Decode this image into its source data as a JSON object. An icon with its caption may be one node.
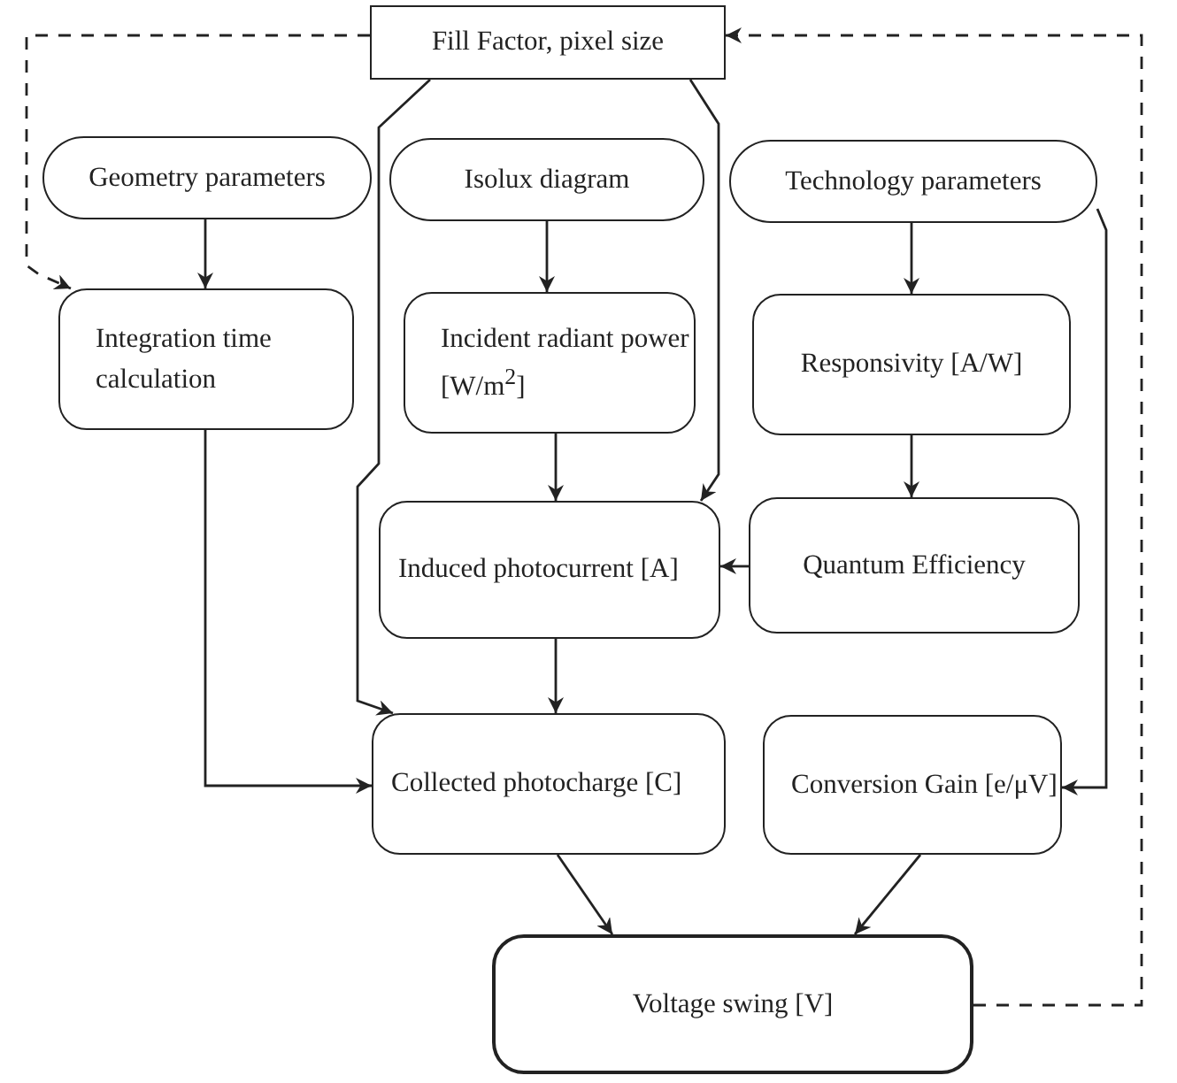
{
  "diagram": {
    "nodes": [
      {
        "text": [
          "Fill Factor, pixel size"
        ]
      },
      {
        "text": [
          "Geometry parameters"
        ]
      },
      {
        "text": [
          "Isolux diagram"
        ]
      },
      {
        "text": [
          "Technology parameters"
        ]
      },
      {
        "text": [
          "Integration time calculation"
        ]
      },
      {
        "text": [
          "Incident radiant power [W/m$^{2}$]"
        ]
      },
      {
        "text": [
          "Responsivity [A/W]"
        ]
      },
      {
        "text": [
          "Induced photocurrent [A]"
        ]
      },
      {
        "text": [
          "Quantum Efficiency"
        ]
      },
      {
        "text": [
          "Collected photocharge [C]"
        ]
      },
      {
        "text": [
          "Conversion Gain [e/μV]"
        ]
      },
      {
        "text": [
          "Voltage swing [V]"
        ]
      }
    ],
    "edges": [
      {
        "from": 1,
        "to": 4,
        "arrow": "to"
      },
      {
        "from": 2,
        "to": 5,
        "arrow": "to"
      },
      {
        "from": 3,
        "to": 6,
        "arrow": "to"
      },
      {
        "from": 5,
        "to": 7,
        "arrow": "to"
      },
      {
        "from": 6,
        "to": 8,
        "arrow": "to"
      },
      {
        "from": 8,
        "to": 7,
        "arrow": "to"
      },
      {
        "from": 7,
        "to": 9,
        "arrow": "to"
      },
      {
        "from": 0,
        "to": 7,
        "arrow": "to"
      },
      {
        "from": 0,
        "to": 9,
        "arrow": "to"
      },
      {
        "from": 4,
        "to": 9,
        "arrow": "to"
      },
      {
        "from": 3,
        "to": 10,
        "arrow": "to"
      },
      {
        "from": 9,
        "to": 11,
        "arrow": "to"
      },
      {
        "from": 10,
        "to": 11,
        "arrow": "to"
      },
      {
        "from": 11,
        "to": 0,
        "arrow": "to",
        "style": "dashed"
      },
      {
        "from": 0,
        "to": 4,
        "arrow": "to",
        "style": "dashed"
      }
    ]
  }
}
